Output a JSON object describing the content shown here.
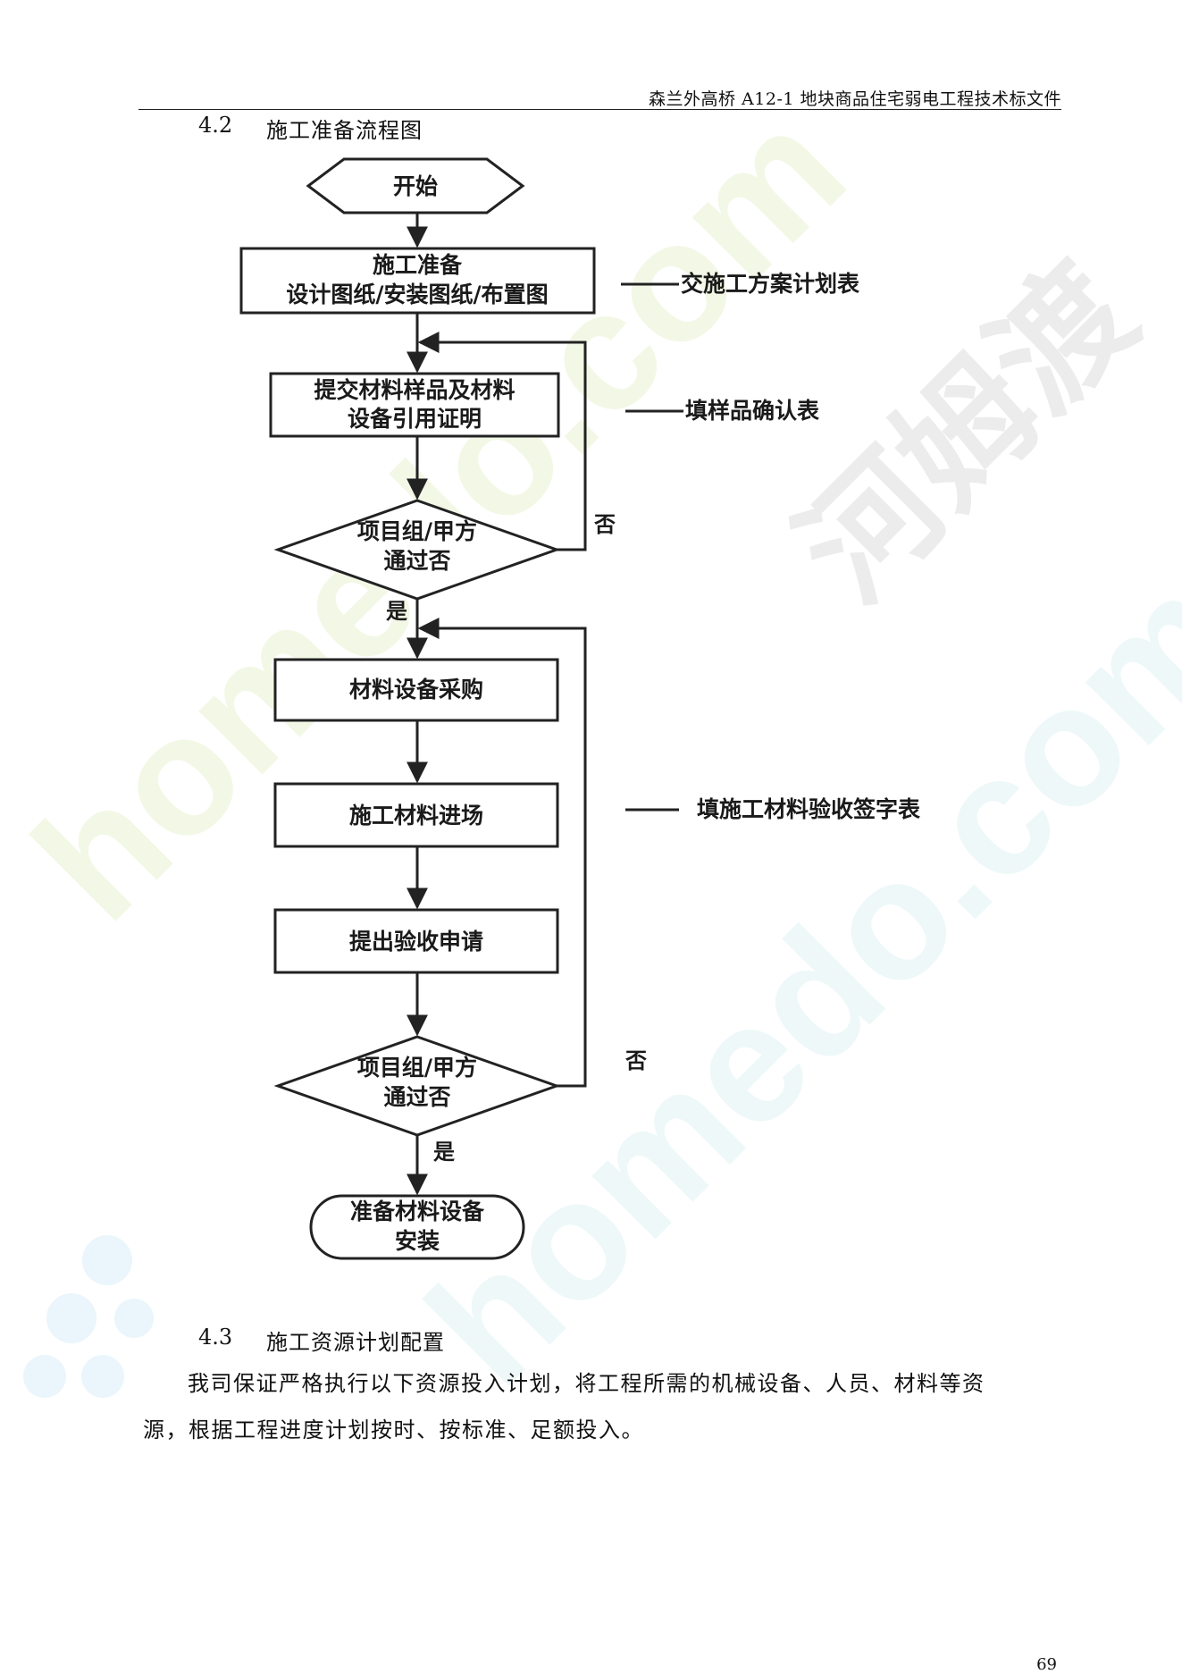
{
  "header": {
    "title": "森兰外高桥 A12-1 地块商品住宅弱电工程技术标文件"
  },
  "section_4_2": {
    "number": "4.2",
    "title": "施工准备流程图"
  },
  "flowchart": {
    "start": "开始",
    "prep_line1": "施工准备",
    "prep_line2": "设计图纸/安装图纸/布置图",
    "submit_line1": "提交材料样品及材料",
    "submit_line2": "设备引用证明",
    "decision1_line1": "项目组/甲方",
    "decision1_line2": "通过否",
    "decision1_no": "否",
    "decision1_yes": "是",
    "purchase": "材料设备采购",
    "enter_site": "施工材料进场",
    "acceptance_request": "提出验收申请",
    "decision2_line1": "项目组/甲方",
    "decision2_line2": "通过否",
    "decision2_no": "否",
    "decision2_yes": "是",
    "end_line1": "准备材料设备",
    "end_line2": "安装",
    "note_plan": "交施工方案计划表",
    "note_sample": "填样品确认表",
    "note_acceptance": "填施工材料验收签字表"
  },
  "section_4_3": {
    "number": "4.3",
    "title": "施工资源计划配置",
    "paragraph_line1": "我司保证严格执行以下资源投入计划，将工程所需的机械设备、人员、材料等资",
    "paragraph_line2": "源，根据工程进度计划按时、按标准、足额投入。"
  },
  "watermark": {
    "text1": "homedo.com",
    "text2": "homedo.com",
    "text3": "河姆渡"
  },
  "page_number": "69"
}
